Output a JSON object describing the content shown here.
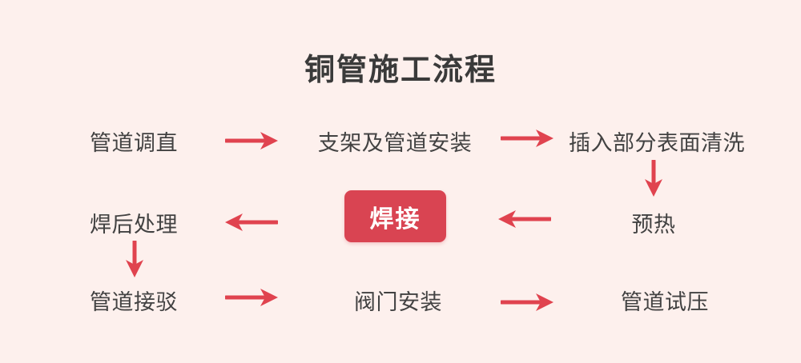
{
  "title": "铜管施工流程",
  "colors": {
    "background": "#fdf0ed",
    "arrow": "#e0434f",
    "highlight_box_bg": "#d94452",
    "highlight_box_text": "#ffffff",
    "text": "#424242",
    "title_text": "#3a3a3a"
  },
  "steps": [
    {
      "label": "管道调直",
      "row": 1,
      "col": 1,
      "highlighted": false
    },
    {
      "label": "支架及管道安装",
      "row": 1,
      "col": 2,
      "highlighted": false
    },
    {
      "label": "插入部分表面清洗",
      "row": 1,
      "col": 3,
      "highlighted": false
    },
    {
      "label": "预热",
      "row": 2,
      "col": 3,
      "highlighted": false
    },
    {
      "label": "焊接",
      "row": 2,
      "col": 2,
      "highlighted": true
    },
    {
      "label": "焊后处理",
      "row": 2,
      "col": 1,
      "highlighted": false
    },
    {
      "label": "管道接驳",
      "row": 3,
      "col": 1,
      "highlighted": false
    },
    {
      "label": "阀门安装",
      "row": 3,
      "col": 2,
      "highlighted": false
    },
    {
      "label": "管道试压",
      "row": 3,
      "col": 3,
      "highlighted": false
    }
  ],
  "flow": [
    {
      "from": "管道调直",
      "to": "支架及管道安装",
      "direction": "right"
    },
    {
      "from": "支架及管道安装",
      "to": "插入部分表面清洗",
      "direction": "right"
    },
    {
      "from": "插入部分表面清洗",
      "to": "预热",
      "direction": "down"
    },
    {
      "from": "预热",
      "to": "焊接",
      "direction": "left"
    },
    {
      "from": "焊接",
      "to": "焊后处理",
      "direction": "left"
    },
    {
      "from": "焊后处理",
      "to": "管道接驳",
      "direction": "down"
    },
    {
      "from": "管道接驳",
      "to": "阀门安装",
      "direction": "right"
    },
    {
      "from": "阀门安装",
      "to": "管道试压",
      "direction": "right"
    }
  ]
}
